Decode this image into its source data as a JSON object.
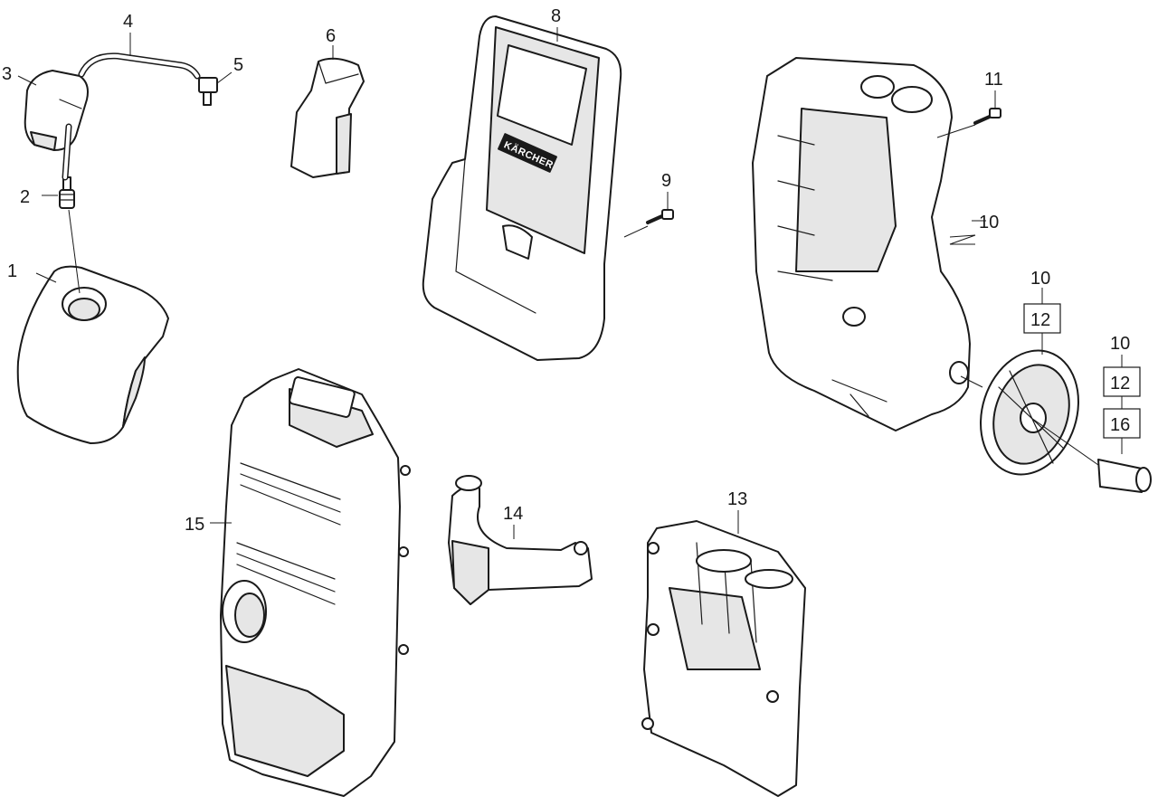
{
  "callouts": {
    "c1": "1",
    "c2": "2",
    "c3": "3",
    "c4": "4",
    "c5": "5",
    "c6": "6",
    "c8": "8",
    "c9": "9",
    "c10a": "10",
    "c10b": "10",
    "c10c": "10",
    "c11": "11",
    "c12a": "12",
    "c12b": "12",
    "c13": "13",
    "c14": "14",
    "c15": "15",
    "c16": "16"
  },
  "brand_text": "KÄRCHER"
}
